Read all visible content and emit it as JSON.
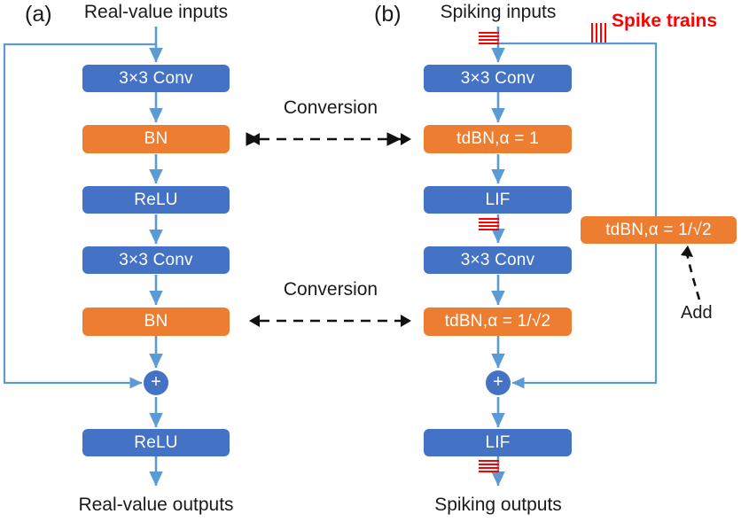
{
  "figure": {
    "panels": [
      {
        "tag": "(a)",
        "input_label": "Real-value inputs",
        "output_label": "Real-value outputs",
        "nodes": [
          {
            "label": "3×3 Conv",
            "kind": "blue"
          },
          {
            "label": "BN",
            "kind": "orange"
          },
          {
            "label": "ReLU",
            "kind": "blue"
          },
          {
            "label": "3×3 Conv",
            "kind": "blue"
          },
          {
            "label": "BN",
            "kind": "orange"
          },
          {
            "label": "ReLU",
            "kind": "blue"
          }
        ],
        "adder": "+"
      },
      {
        "tag": "(b)",
        "input_label": "Spiking inputs",
        "output_label": "Spiking outputs",
        "nodes": [
          {
            "label": "3×3 Conv",
            "kind": "blue"
          },
          {
            "label": "tdBN,α = 1",
            "kind": "orange"
          },
          {
            "label": "LIF",
            "kind": "blue"
          },
          {
            "label": "3×3 Conv",
            "kind": "blue"
          },
          {
            "label": "tdBN,α = 1/√2",
            "kind": "orange"
          },
          {
            "label": "LIF",
            "kind": "blue"
          }
        ],
        "shortcut_node": {
          "label": "tdBN,α = 1/√2",
          "kind": "orange"
        },
        "adder": "+"
      }
    ],
    "annotations": {
      "conversion_top": "Conversion",
      "conversion_bottom": "Conversion",
      "spike_trains": "Spike trains",
      "add": "Add"
    },
    "colors": {
      "blue_box": "#4472C4",
      "orange_box": "#ED7D31",
      "connector": "#5B9BD5",
      "spike_red": "#FF0000",
      "text": "#1a1a1a",
      "background": "#ffffff"
    }
  }
}
